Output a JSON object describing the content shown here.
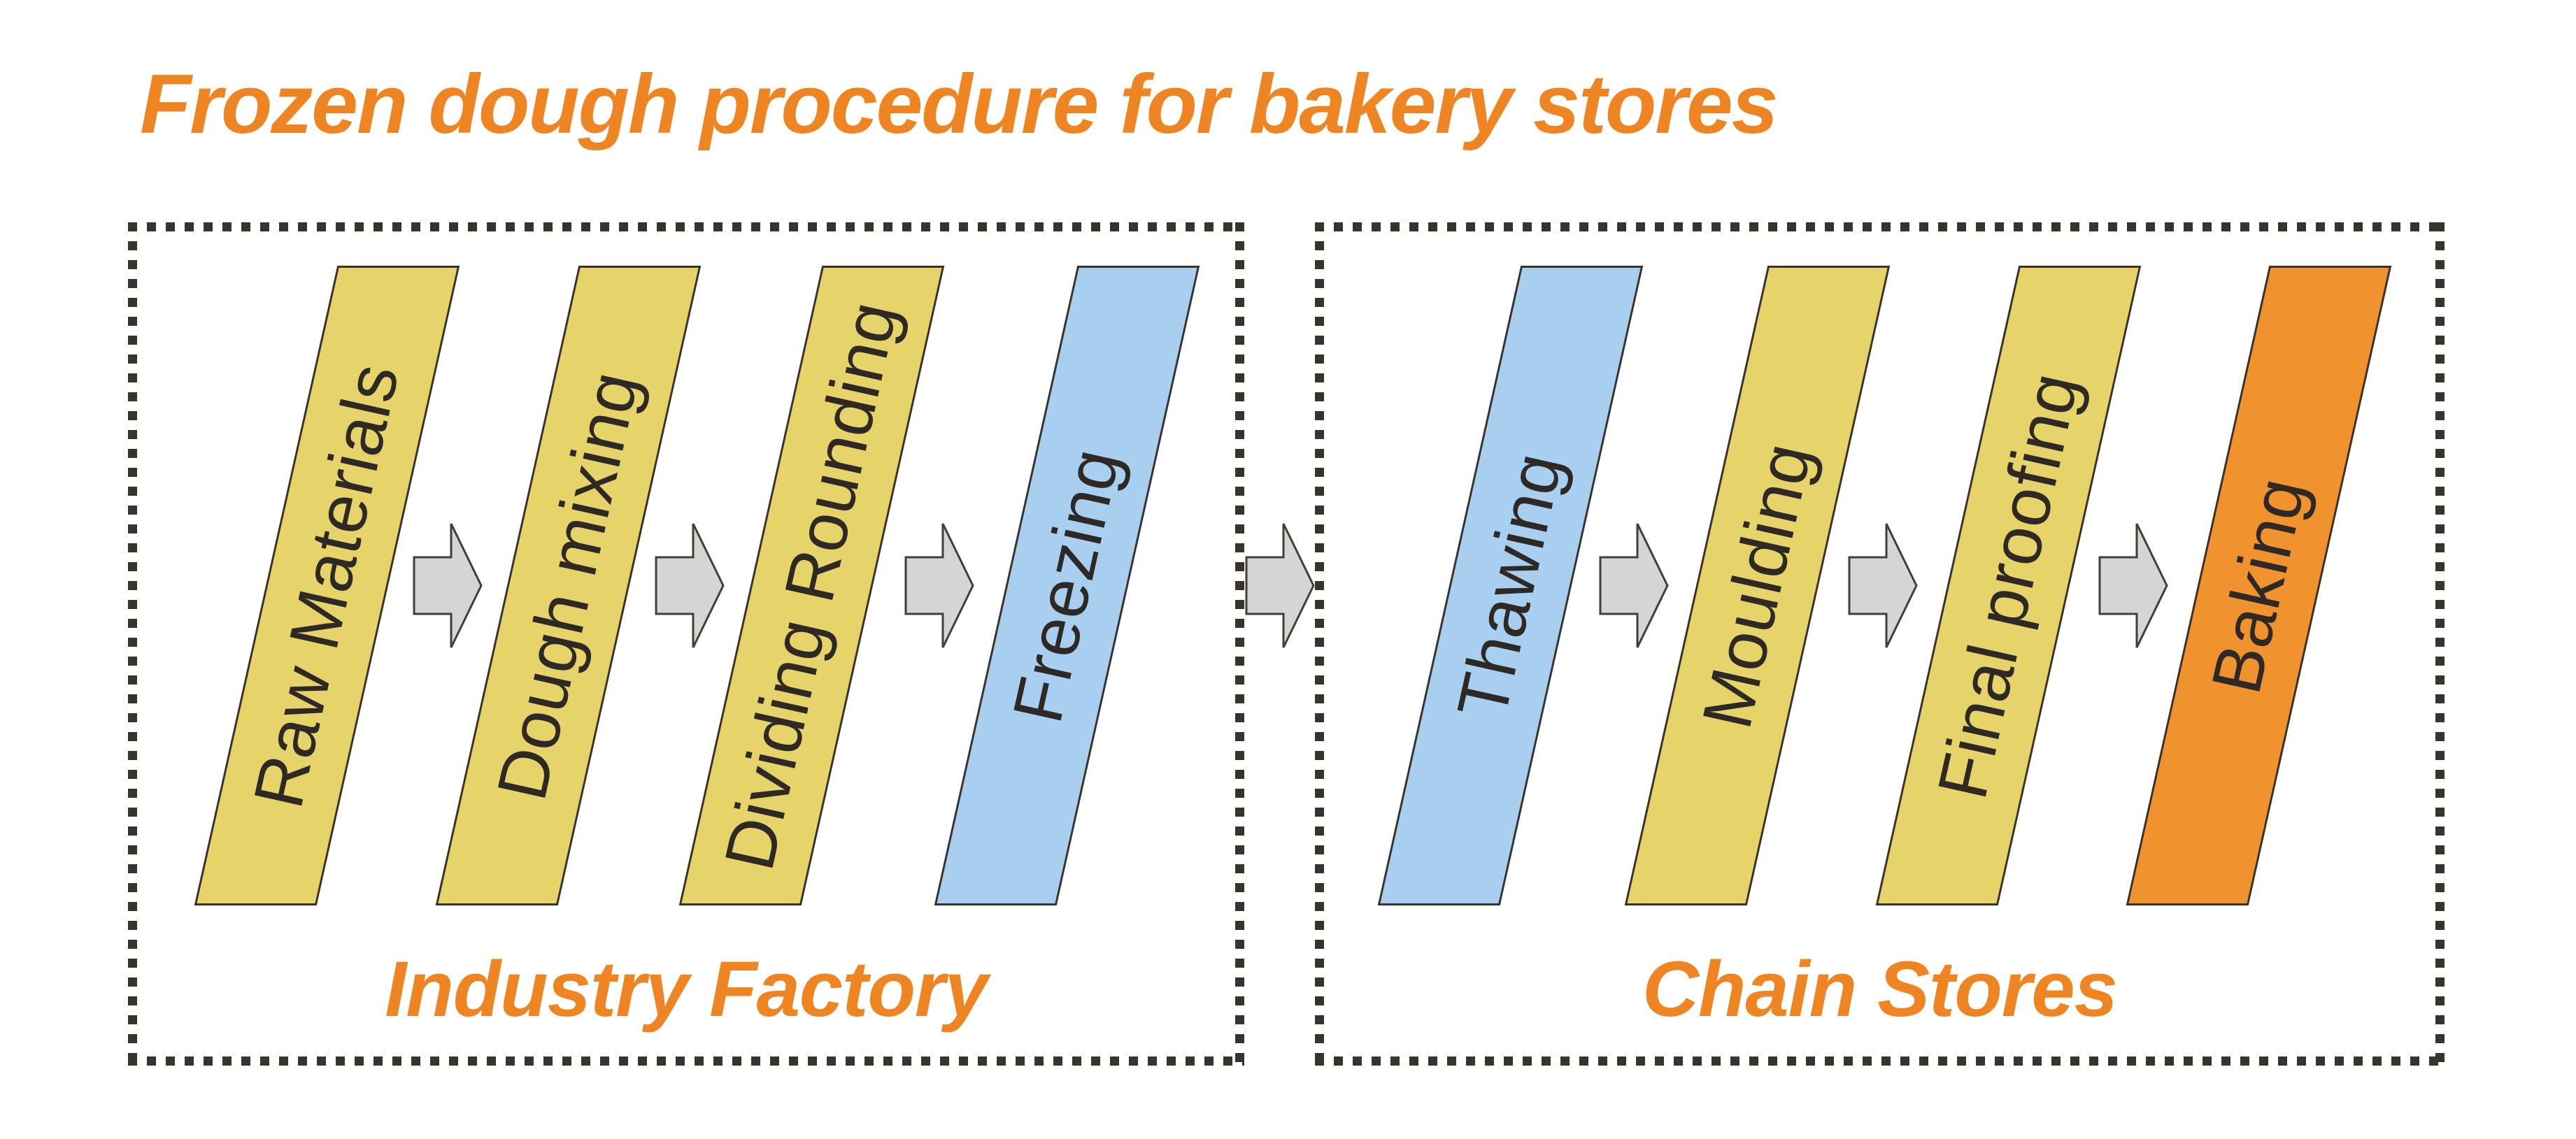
{
  "title": "Frozen dough procedure for bakery stores",
  "colors": {
    "accent_text": "#EF8522",
    "stage_yellow": "#E6D46A",
    "stage_blue": "#A8CEF0",
    "stage_orange": "#F0922E",
    "shape_outline": "#3A322B",
    "stage_text": "#2E2925",
    "arrow_fill": "#D5D5D5",
    "arrow_stroke": "#463E36",
    "border_dot": "#3A332C"
  },
  "sections": [
    {
      "label": "Industry Factory",
      "stages": [
        {
          "label": "Raw Materials",
          "color": "#E6D46A"
        },
        {
          "label": "Dough mixing",
          "color": "#E6D46A"
        },
        {
          "label": "Dividing Rounding",
          "color": "#E6D46A"
        },
        {
          "label": "Freezing",
          "color": "#A8CEF0"
        }
      ]
    },
    {
      "label": "Chain Stores",
      "stages": [
        {
          "label": "Thawing",
          "color": "#A8CEF0"
        },
        {
          "label": "Moulding",
          "color": "#E6D46A"
        },
        {
          "label": "Final proofing",
          "color": "#E6D46A"
        },
        {
          "label": "Baking",
          "color": "#F0922E"
        }
      ]
    }
  ]
}
